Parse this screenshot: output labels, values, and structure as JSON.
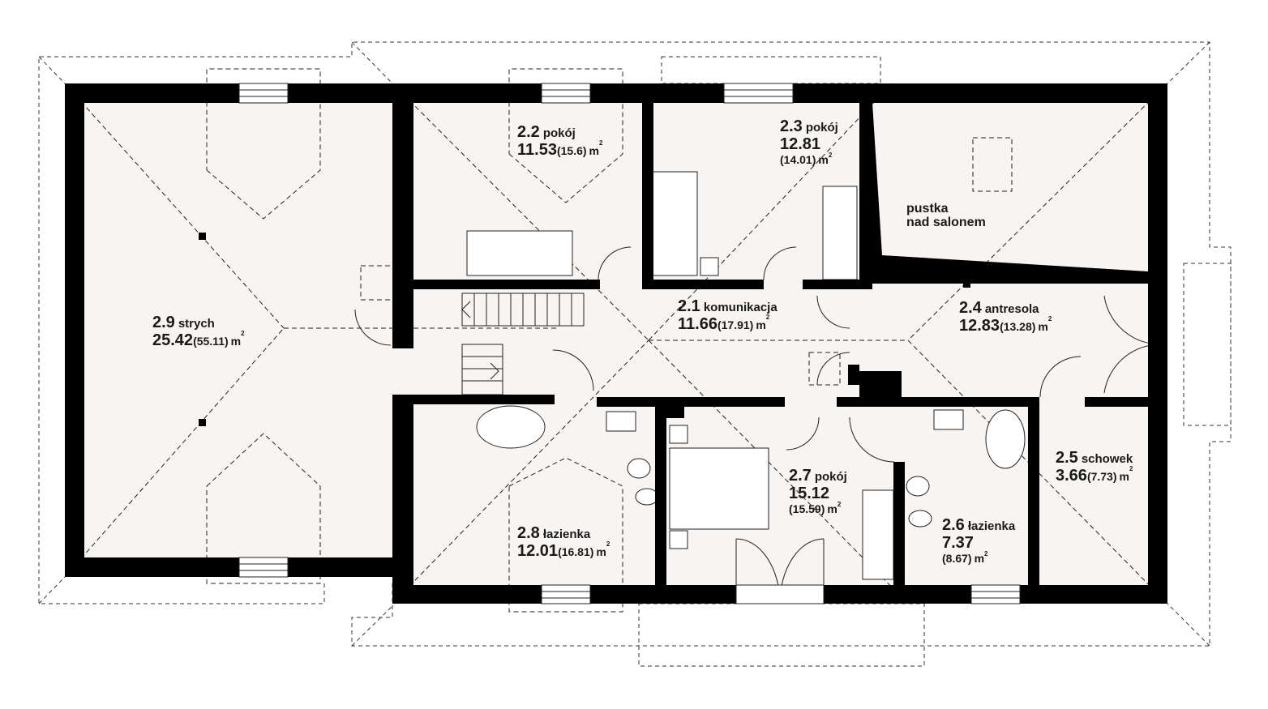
{
  "rooms": {
    "r29": {
      "num": "2.9",
      "name": "strych",
      "area": "25.42",
      "total": "(55.11)",
      "unit": "m",
      "sup": "2"
    },
    "r22": {
      "num": "2.2",
      "name": "pokój",
      "area": "11.53",
      "total": "(15.6)",
      "unit": "m",
      "sup": "2"
    },
    "r23": {
      "num": "2.3",
      "name": "pokój",
      "area": "12.81",
      "total": "(14.01)",
      "unit": "m",
      "sup": "2"
    },
    "r21": {
      "num": "2.1",
      "name": "komunikacja",
      "area": "11.66",
      "total": "(17.91)",
      "unit": "m",
      "sup": "2"
    },
    "r24": {
      "num": "2.4",
      "name": "antresola",
      "area": "12.83",
      "total": "(13.28)",
      "unit": "m",
      "sup": "2"
    },
    "r25": {
      "num": "2.5",
      "name": "schowek",
      "area": "3.66",
      "total": "(7.73)",
      "unit": "m",
      "sup": "2"
    },
    "r27": {
      "num": "2.7",
      "name": "pokój",
      "area": "15.12",
      "total": "(15.59)",
      "unit": "m",
      "sup": "2"
    },
    "r28": {
      "num": "2.8",
      "name": "łazienka",
      "area": "12.01",
      "total": "(16.81)",
      "unit": "m",
      "sup": "2"
    },
    "r26": {
      "num": "2.6",
      "name": "łazienka",
      "area": "7.37",
      "total": "(8.67)",
      "unit": "m",
      "sup": "2"
    }
  },
  "void": {
    "line1": "pustka",
    "line2": "nad salonem"
  },
  "colors": {
    "wall": "#000000",
    "floor": "#f7f4f1",
    "roof_line": "#222222"
  }
}
